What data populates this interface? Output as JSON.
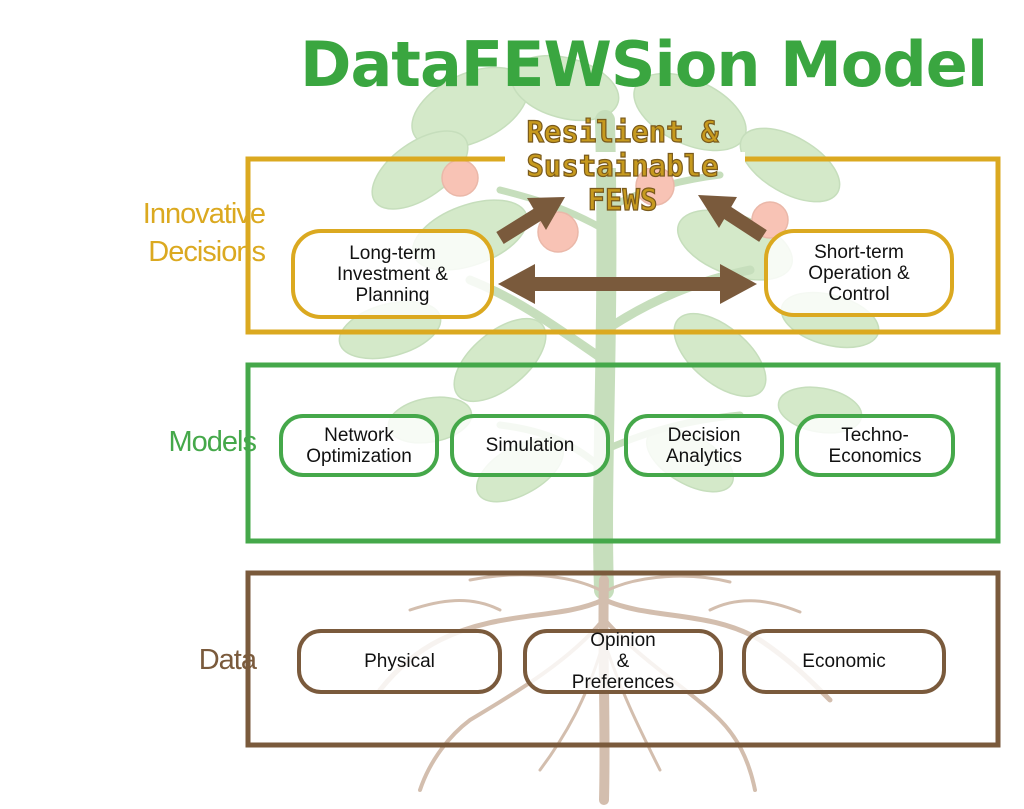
{
  "title": "DataFEWSion Model",
  "goal": {
    "line1": "Resilient &",
    "line2": "Sustainable",
    "line3": "FEWS"
  },
  "colors": {
    "gold": "#dba920",
    "green": "#45a84a",
    "brown": "#7a5a3c",
    "title_green": "#3aa640",
    "arrow": "#7a5a3c"
  },
  "tiers": {
    "decisions": {
      "label_line1": "Innovative",
      "label_line2": "Decisions",
      "items": [
        {
          "lines": [
            "Long-term",
            "Investment &",
            "Planning"
          ]
        },
        {
          "lines": [
            "Short-term",
            "Operation &",
            "Control"
          ]
        }
      ]
    },
    "models": {
      "label": "Models",
      "items": [
        {
          "lines": [
            "Network",
            "Optimization"
          ]
        },
        {
          "lines": [
            "Simulation"
          ]
        },
        {
          "lines": [
            "Decision",
            "Analytics"
          ]
        },
        {
          "lines": [
            "Techno-",
            "Economics"
          ]
        }
      ]
    },
    "data": {
      "label": "Data",
      "items": [
        {
          "lines": [
            "Physical"
          ]
        },
        {
          "lines": [
            "Opinion",
            "&",
            "Preferences"
          ]
        },
        {
          "lines": [
            "Economic"
          ]
        }
      ]
    }
  }
}
